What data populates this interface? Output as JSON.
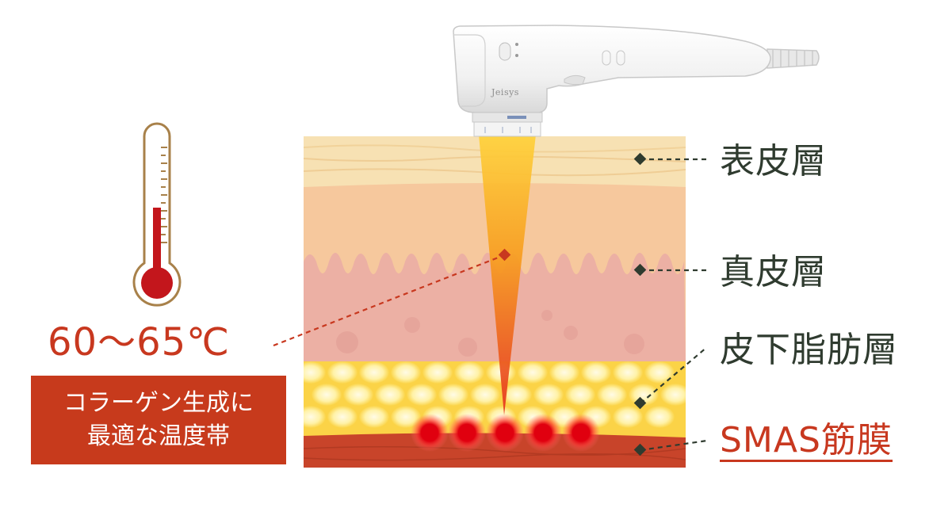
{
  "layers": [
    {
      "key": "epidermis",
      "label": "表皮層"
    },
    {
      "key": "dermis",
      "label": "真皮層"
    },
    {
      "key": "subcutaneous",
      "label": "皮下脂肪層"
    },
    {
      "key": "smas",
      "label": "SMAS筋膜"
    }
  ],
  "temperature": {
    "label": "60〜65℃"
  },
  "callout": {
    "line1": "コラーゲン生成に",
    "line2": "最適な温度帯"
  },
  "device": {
    "brand": "Jeisys"
  },
  "colors": {
    "accent_red": "#c73a1c",
    "label_text": "#2f3b2f",
    "epidermis": "#f6dfb0",
    "dermis": "#f5c69a",
    "fat": "#fde36a",
    "smas": "#c9452a",
    "beam": "#f4a02a",
    "focal_point": "#e0000f"
  },
  "icons": [
    "thermometer-icon",
    "ultrasound-handpiece-icon"
  ]
}
